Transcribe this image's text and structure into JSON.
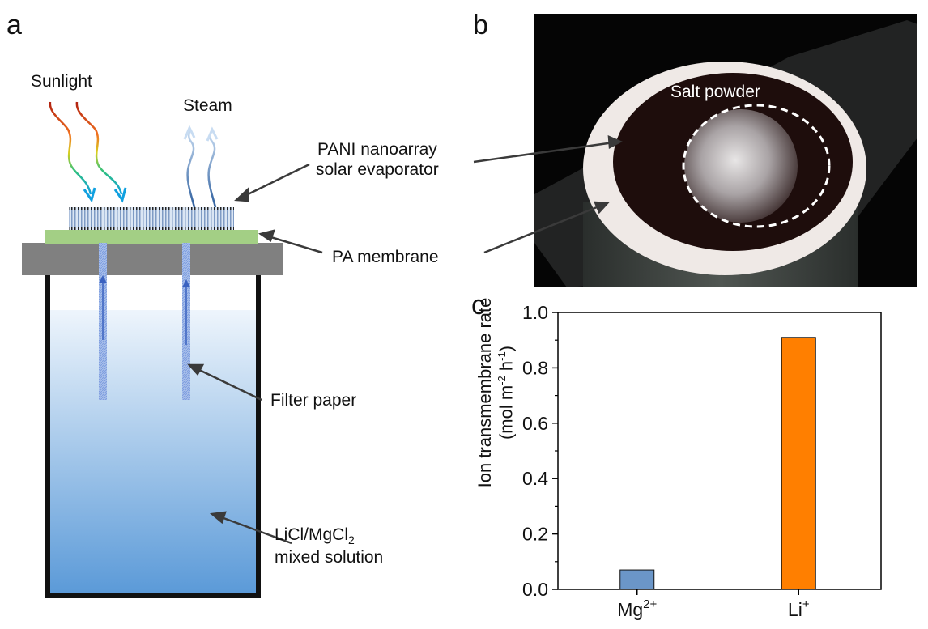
{
  "panels": {
    "a": {
      "letter": "a",
      "labels": {
        "sunlight": "Sunlight",
        "steam": "Steam",
        "evaporator_line1": "PANI nanoarray",
        "evaporator_line2": "solar evaporator",
        "membrane": "PA membrane",
        "filter": "Filter paper",
        "solution_line1_main": "LiCl/MgCl",
        "solution_line1_sub": "2",
        "solution_line2": "mixed solution"
      },
      "colors": {
        "membrane": "#a3cf85",
        "holder": "#808080",
        "water_top": "#e8f1fa",
        "water_bottom": "#5b9ad8",
        "container": "#111111"
      }
    },
    "b": {
      "letter": "b",
      "labels": {
        "salt": "Salt powder"
      }
    },
    "c": {
      "letter": "c"
    }
  },
  "chart_data": {
    "type": "bar",
    "categories": [
      "Mg2+",
      "Li+"
    ],
    "category_labels": [
      {
        "base": "Mg",
        "sup": "2+"
      },
      {
        "base": "Li",
        "sup": "+"
      }
    ],
    "values": [
      0.07,
      0.91
    ],
    "bar_colors": [
      "#6b96c8",
      "#ff7f00"
    ],
    "title": "",
    "xlabel": "",
    "ylabel_line1": "Ion transmembrane rate",
    "ylabel_line2": "(mol m-2 h-1)",
    "ylim": [
      0.0,
      1.0
    ],
    "yticks": [
      "0.0",
      "0.2",
      "0.4",
      "0.6",
      "0.8",
      "1.0"
    ],
    "grid": false
  }
}
